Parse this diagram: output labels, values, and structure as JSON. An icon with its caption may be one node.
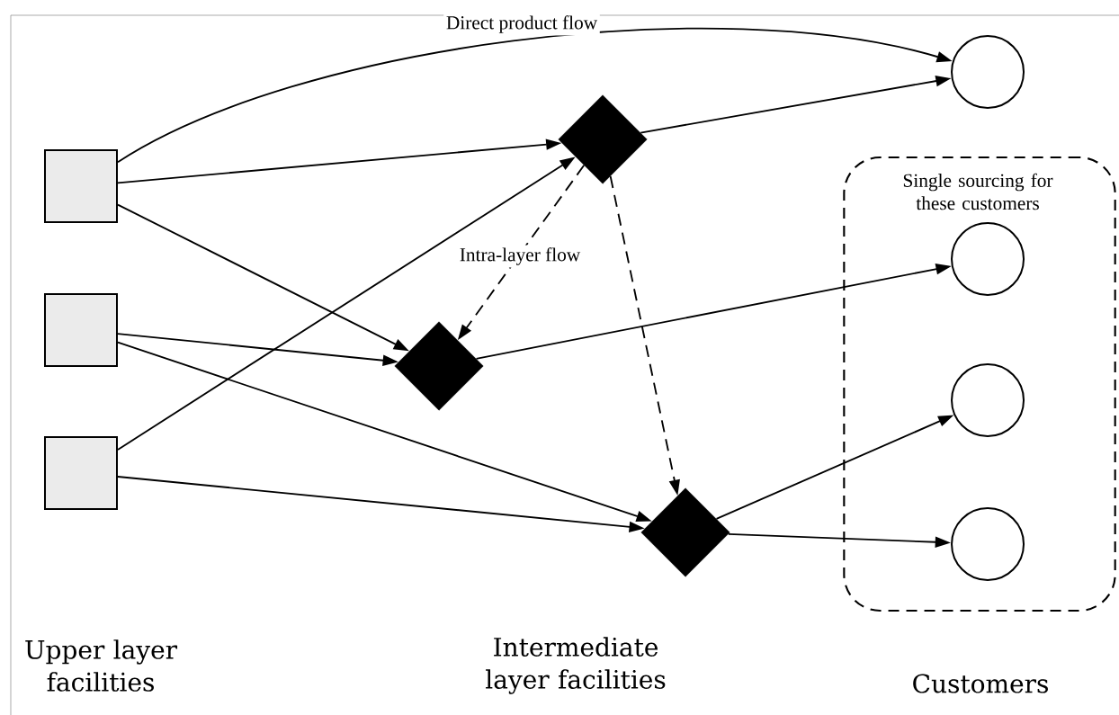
{
  "diagram": {
    "nodes": [
      {
        "text": [],
        "shape": "box"
      },
      {
        "text": [],
        "shape": "box"
      },
      {
        "text": [],
        "shape": "box"
      },
      {
        "text": [],
        "shape": "diamond"
      },
      {
        "text": [],
        "shape": "diamond"
      },
      {
        "text": [],
        "shape": "diamond"
      },
      {
        "text": [],
        "shape": "circle"
      },
      {
        "text": [
          "Single sourcing for these customers"
        ]
      },
      {
        "text": [],
        "shape": "circle",
        "in": 7
      },
      {
        "text": [],
        "shape": "circle",
        "in": 7
      },
      {
        "text": [],
        "shape": "circle",
        "in": 7
      }
    ],
    "edges": [
      {
        "from": 0,
        "to": 6,
        "arrow": "to",
        "label": "Direct product flow"
      },
      {
        "from": 0,
        "to": 3,
        "arrow": "to"
      },
      {
        "from": 0,
        "to": 4,
        "arrow": "to"
      },
      {
        "from": 1,
        "to": 4,
        "arrow": "to"
      },
      {
        "from": 1,
        "to": 5,
        "arrow": "to"
      },
      {
        "from": 2,
        "to": 3,
        "arrow": "to"
      },
      {
        "from": 2,
        "to": 5,
        "arrow": "to"
      },
      {
        "from": 3,
        "to": 6,
        "arrow": "to"
      },
      {
        "from": 3,
        "to": 4,
        "arrow": "to",
        "style": "dashed",
        "label": "Intra-layer flow"
      },
      {
        "from": 3,
        "to": 5,
        "arrow": "to",
        "style": "dashed"
      },
      {
        "from": 4,
        "to": 8,
        "arrow": "to"
      },
      {
        "from": 5,
        "to": 9,
        "arrow": "to"
      },
      {
        "from": 5,
        "to": 10,
        "arrow": "to"
      }
    ],
    "labels": [
      "Upper layer facilities",
      "Intermediate layer facilities",
      "Customers"
    ]
  }
}
